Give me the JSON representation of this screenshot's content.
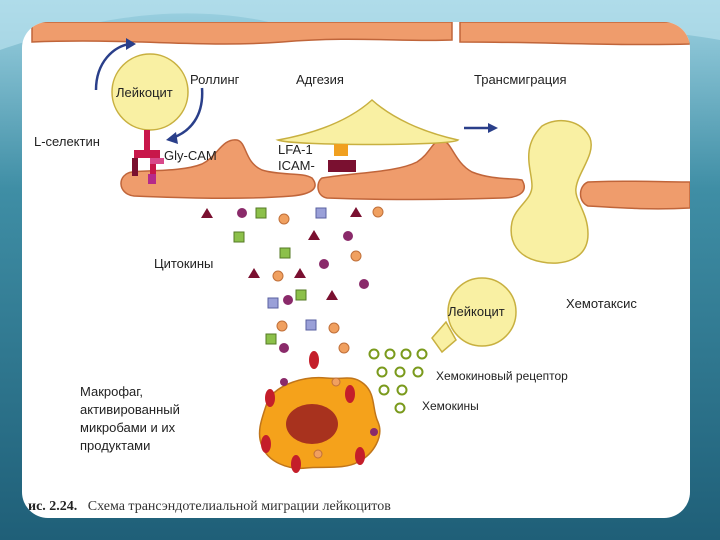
{
  "slide": {
    "background_colors": {
      "top": "#9fd3e3",
      "bottom": "#1f5f78",
      "card": "#ffffff"
    }
  },
  "diagram": {
    "colors": {
      "endothelium": "#ef9c6c",
      "endothelium_stroke": "#c0653a",
      "leukocyte": "#f9f0a3",
      "leukocyte_stroke": "#c8b040",
      "macrophage": "#f5a21b",
      "macrophage_nucleus": "#a8321e",
      "selectin": "#c8174a",
      "lfa": "#f0a020",
      "icam": "#7a1030",
      "chemokine": "#7a9a1c",
      "arrow": "#2a3f8a"
    },
    "stages": {
      "rolling": "Роллинг",
      "adhesion": "Адгезия",
      "transmigration": "Трансмиграция"
    },
    "leukocyte_label_1": "Лейкоцит",
    "leukocyte_label_2": "Лейкоцит",
    "labels": {
      "l_selectin": "L-селектин",
      "gly_cam": "Gly-CAM",
      "lfa1": "LFA-1",
      "icam": "ICAM-",
      "cytokines": "Цитокины",
      "chemotaxis": "Хемотаксис",
      "chemokine_receptor": "Хемокиновый рецептор",
      "chemokines": "Хемокины",
      "macrophage_lines": [
        "Макрофаг,",
        "активированный",
        "микробами и их",
        "продуктами"
      ]
    },
    "caption": {
      "number": "ис. 2.24.",
      "text": "Схема трансэндотелиальной миграции лейкоцитов"
    }
  }
}
